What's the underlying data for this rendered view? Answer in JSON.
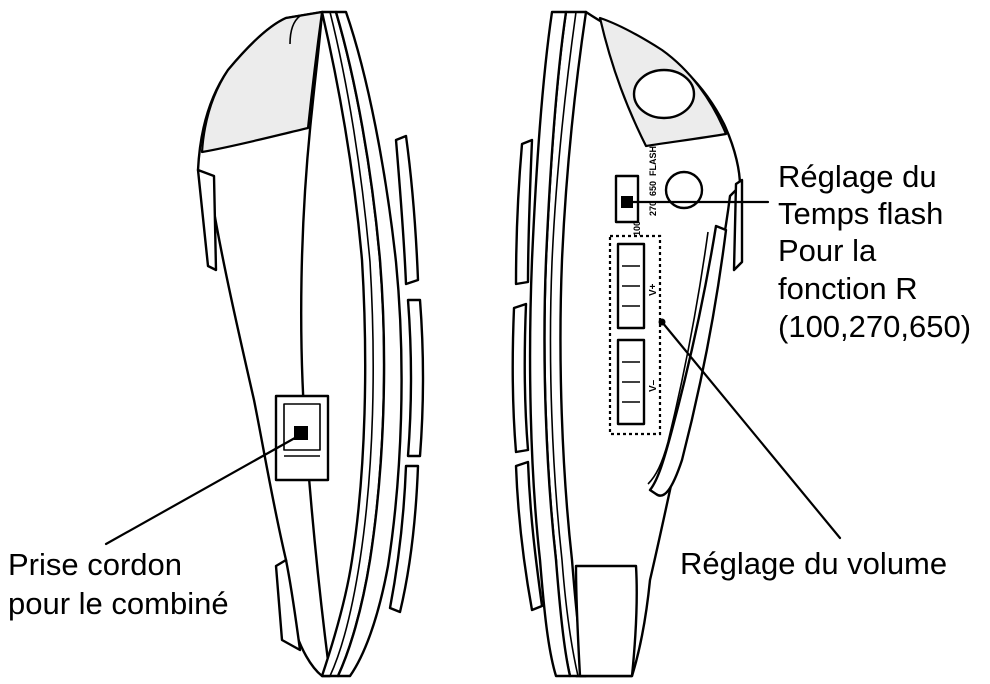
{
  "labels": {
    "flash_line1": "Réglage du",
    "flash_line2": "Temps flash",
    "flash_line3": "Pour la",
    "flash_line4": "fonction R",
    "flash_line5": "(100,270,650)",
    "volume": "Réglage du volume",
    "jack_line1": "Prise cordon",
    "jack_line2": "pour le combiné"
  },
  "device_markings": {
    "flash_title": "FLASH",
    "flash_100": "100",
    "flash_270": "270",
    "flash_650": "650",
    "vol_plus": "V+",
    "vol_minus": "V–"
  }
}
